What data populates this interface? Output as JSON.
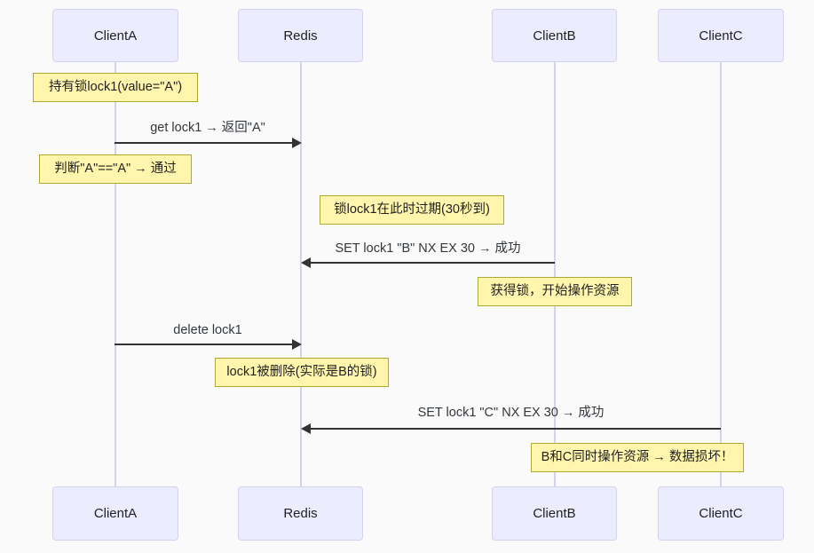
{
  "diagram": {
    "type": "sequence",
    "title": "",
    "background_color": "#fafafa",
    "actor_box_color": "#ececff",
    "actor_border_color": "#d5d2f0",
    "note_color": "#fff5ad",
    "note_border_color": "#aaaa33",
    "arrow_color": "#333333"
  },
  "actors": [
    {
      "id": "clientA",
      "label": "ClientA"
    },
    {
      "id": "redis",
      "label": "Redis"
    },
    {
      "id": "clientB",
      "label": "ClientB"
    },
    {
      "id": "clientC",
      "label": "ClientC"
    }
  ],
  "notes": [
    {
      "id": "note1",
      "text": "持有锁lock1(value=\"A\")",
      "over": "clientA"
    },
    {
      "id": "note2",
      "text": "判断\"A\"==\"A\" → 通过",
      "over": "clientA"
    },
    {
      "id": "note3",
      "text": "锁lock1在此时过期(30秒到)",
      "over": "redis"
    },
    {
      "id": "note4",
      "text": "获得锁，开始操作资源",
      "over": "clientB"
    },
    {
      "id": "note5",
      "text": "lock1被删除(实际是B的锁)",
      "over": "redis"
    },
    {
      "id": "note6",
      "text": "B和C同时操作资源 → 数据损坏！",
      "over": "clientB"
    }
  ],
  "messages": [
    {
      "id": "msg1",
      "label": "get lock1 → 返回\"A\"",
      "from": "clientA",
      "to": "redis",
      "direction": "right"
    },
    {
      "id": "msg2",
      "label": "SET lock1 \"B\" NX EX 30 → 成功",
      "from": "clientB",
      "to": "redis",
      "direction": "left"
    },
    {
      "id": "msg3",
      "label": "delete lock1",
      "from": "clientA",
      "to": "redis",
      "direction": "right"
    },
    {
      "id": "msg4",
      "label": "SET lock1 \"C\" NX EX 30 → 成功",
      "from": "clientC",
      "to": "redis",
      "direction": "left"
    }
  ]
}
